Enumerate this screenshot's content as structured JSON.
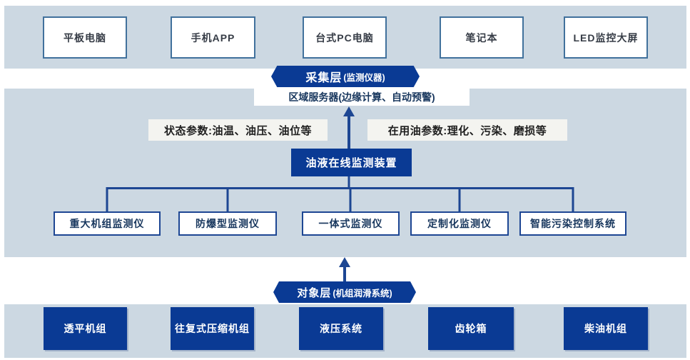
{
  "colors": {
    "band_bg": "#ccd8e2",
    "dark_blue": "#0a3a94",
    "line_blue": "#1d4693",
    "top_box_border": "#41719c",
    "navy_text": "#17365d",
    "label_bg": "#f4f4f0"
  },
  "top_band": {
    "items": [
      "平板电脑",
      "手机APP",
      "台式PC电脑",
      "笔记本",
      "LED监控大屏"
    ]
  },
  "collect_layer": {
    "title": "采集层",
    "subtitle": "(监测仪器)"
  },
  "server_box": {
    "label": "区域服务器(边缘计算、自动预警)"
  },
  "param_labels": {
    "left": "状态参数:油温、油压、油位等",
    "right": "在用油参数:理化、污染、磨损等"
  },
  "device_box": {
    "label": "油液在线监测装置"
  },
  "monitor_row": {
    "items": [
      "重大机组监测仪",
      "防爆型监测仪",
      "一体式监测仪",
      "定制化监测仪",
      "智能污染控制系统"
    ]
  },
  "object_layer": {
    "title": "对象层",
    "subtitle": "(机组润滑系统)"
  },
  "bottom_band": {
    "items": [
      "透平机组",
      "往复式压缩机组",
      "液压系统",
      "齿轮箱",
      "柴油机组"
    ]
  }
}
